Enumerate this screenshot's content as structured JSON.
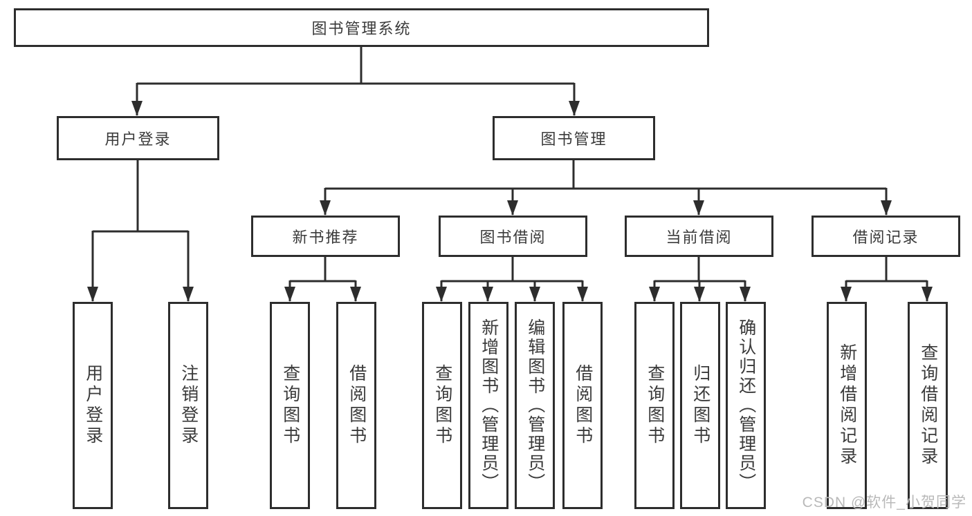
{
  "watermark": "CSDN @软件_小贺同学",
  "colors": {
    "line": "#2d2d2d",
    "text": "#3a3a3a",
    "watermark": "#b9b9b9",
    "background": "#ffffff"
  },
  "tree": {
    "label": "图书管理系统",
    "children": [
      {
        "label": "用户登录",
        "children": [
          {
            "label": "用户登录"
          },
          {
            "label": "注销登录"
          }
        ]
      },
      {
        "label": "图书管理",
        "children": [
          {
            "label": "新书推荐",
            "children": [
              {
                "label": "查询图书"
              },
              {
                "label": "借阅图书"
              }
            ]
          },
          {
            "label": "图书借阅",
            "children": [
              {
                "label": "查询图书"
              },
              {
                "label": "新增图书（管理员）"
              },
              {
                "label": "编辑图书（管理员）"
              },
              {
                "label": "借阅图书"
              }
            ]
          },
          {
            "label": "当前借阅",
            "children": [
              {
                "label": "查询图书"
              },
              {
                "label": "归还图书"
              },
              {
                "label": "确认归还（管理员）"
              }
            ]
          },
          {
            "label": "借阅记录",
            "children": [
              {
                "label": "新增借阅记录"
              },
              {
                "label": "查询借阅记录"
              }
            ]
          }
        ]
      }
    ]
  }
}
